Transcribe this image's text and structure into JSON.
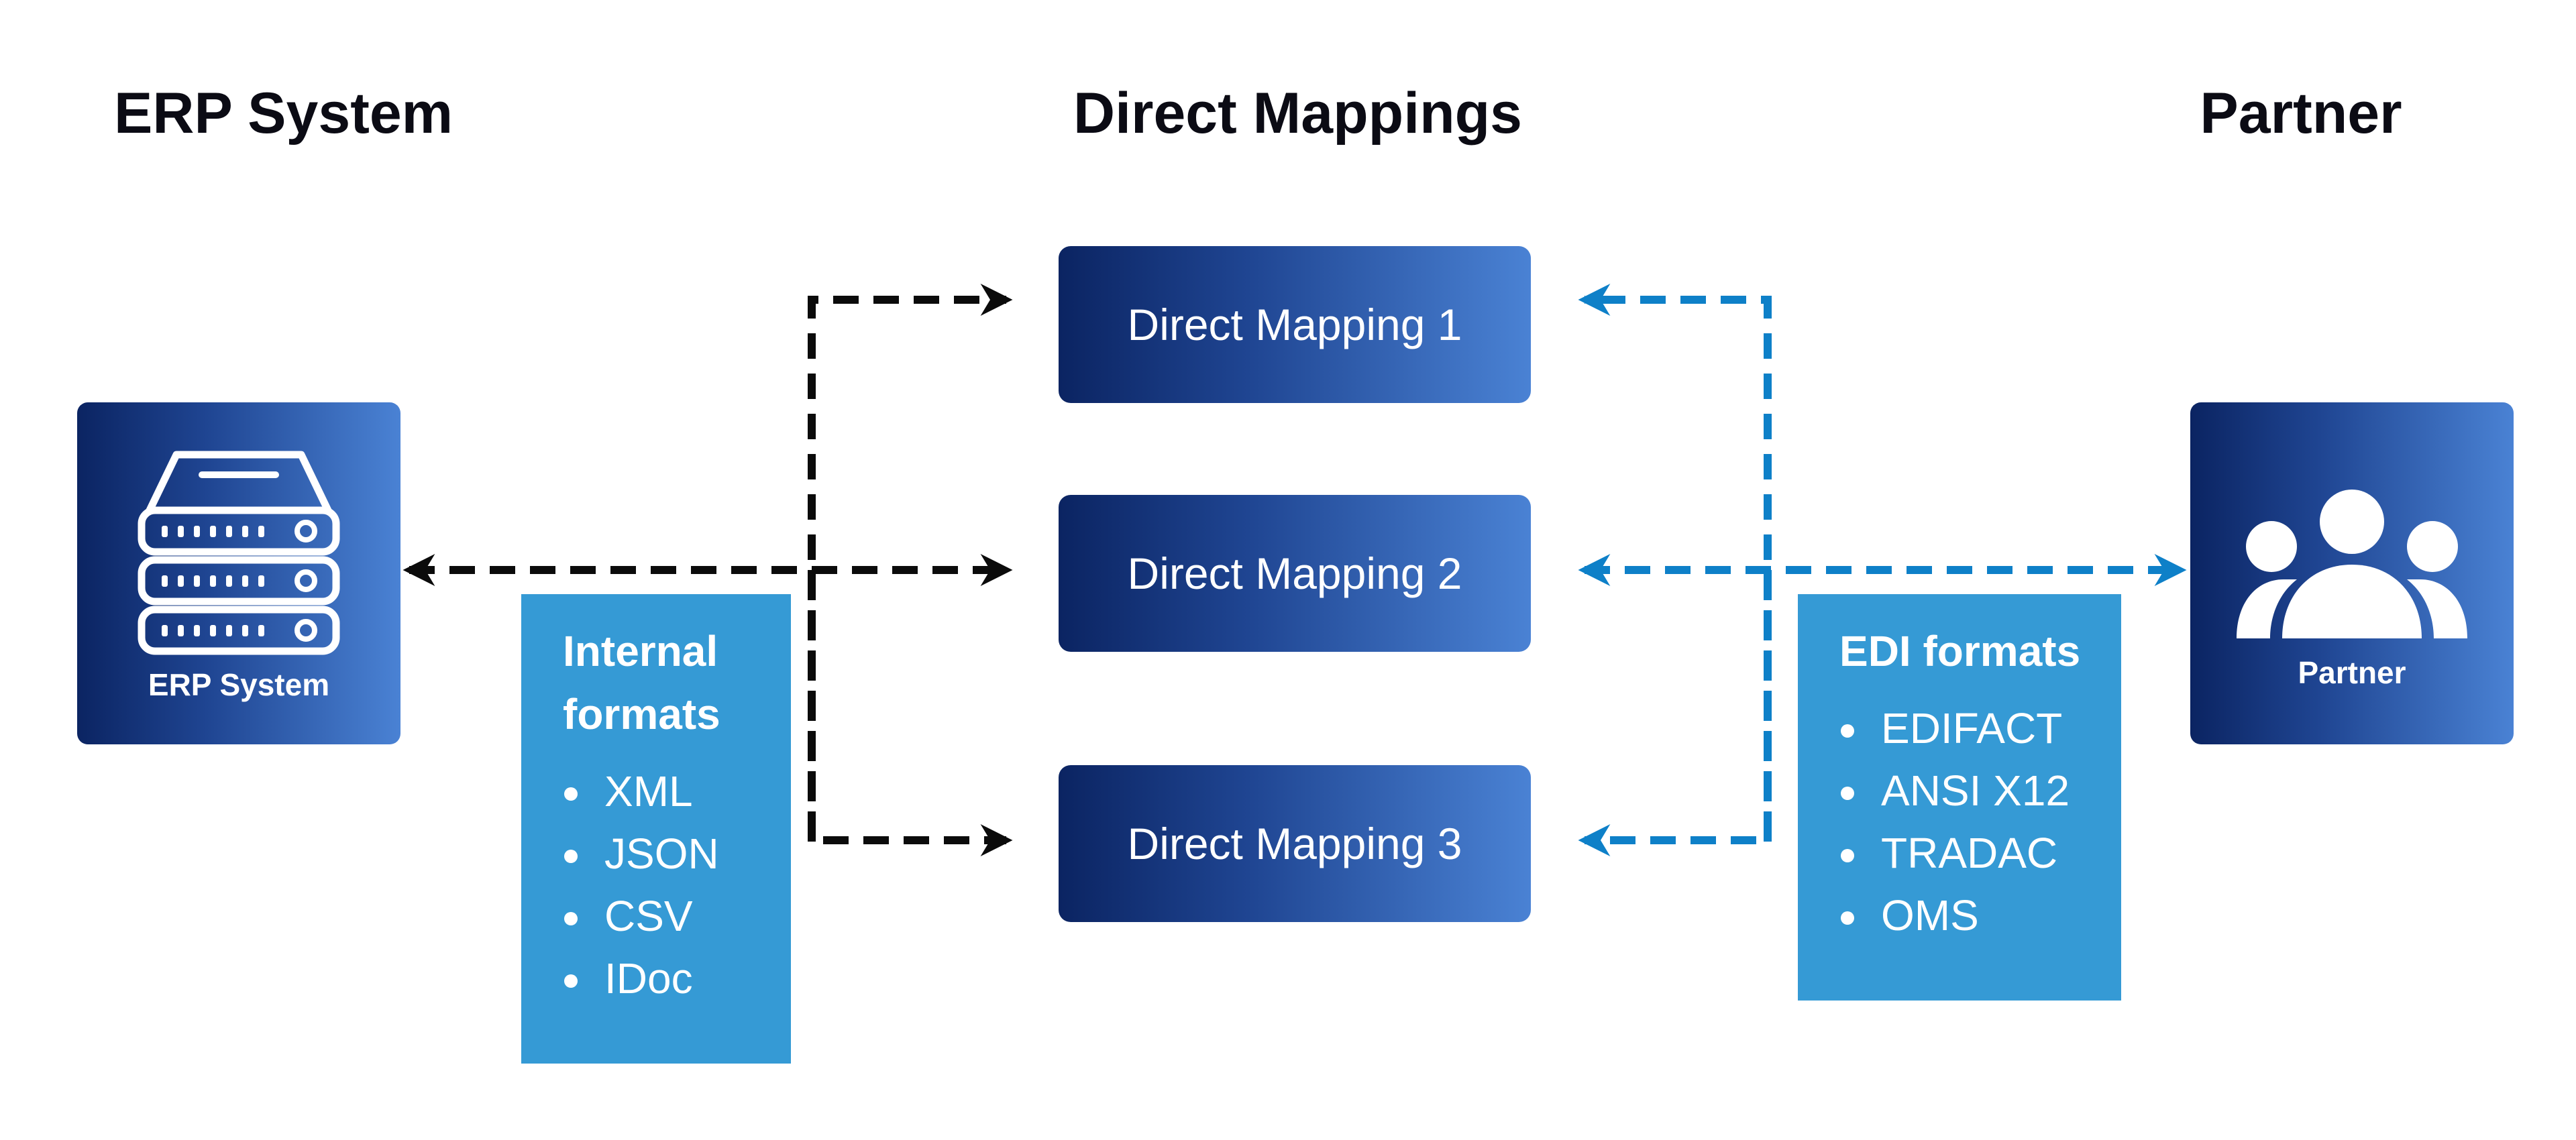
{
  "headings": {
    "erp": "ERP System",
    "mappings": "Direct Mappings",
    "partner": "Partner"
  },
  "erp_tile": {
    "label": "ERP System",
    "icon": "server-rack-icon"
  },
  "partner_tile": {
    "label": "Partner",
    "icon": "user-group-icon"
  },
  "mappings": [
    "Direct Mapping 1",
    "Direct Mapping 2",
    "Direct Mapping 3"
  ],
  "internal_formats": {
    "title_line1": "Internal",
    "title_line2": "formats",
    "items": [
      "XML",
      "JSON",
      "CSV",
      "IDoc"
    ]
  },
  "edi_formats": {
    "title": "EDI formats",
    "items": [
      "EDIFACT",
      "ANSI X12",
      "TRADAC",
      "OMS"
    ]
  },
  "colors": {
    "tile_gradient_start": "#0b2462",
    "tile_gradient_end": "#4a82d4",
    "format_box": "#359ad5",
    "internal_arrows": "#0b0b0b",
    "edi_arrows": "#0e80c8"
  }
}
